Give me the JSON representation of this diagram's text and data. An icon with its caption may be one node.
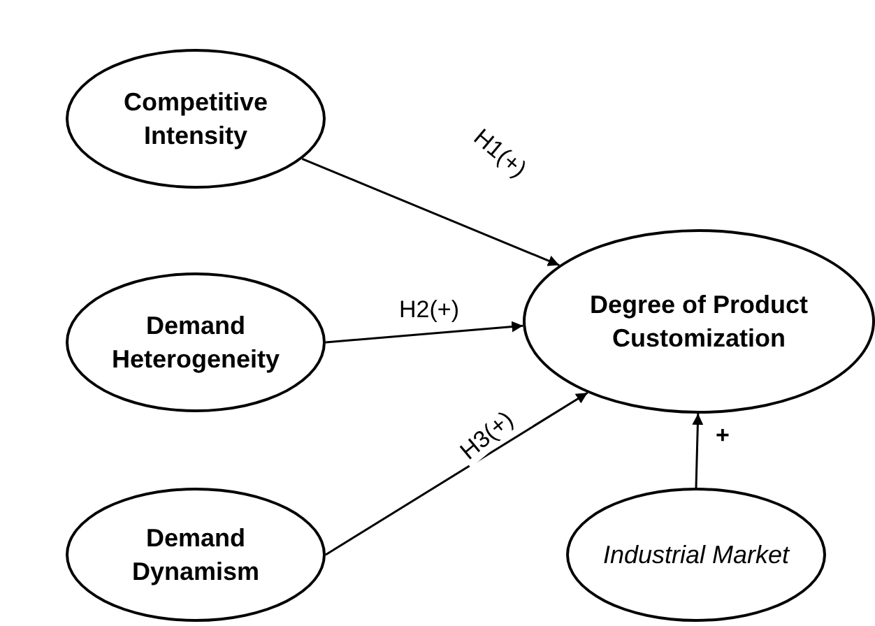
{
  "diagram": {
    "nodes": [
      {
        "text": [
          "Competitive Intensity"
        ]
      },
      {
        "text": [
          "Demand Heterogeneity"
        ]
      },
      {
        "text": [
          "Demand Dynamism"
        ]
      },
      {
        "text": [
          "Degree of Product Customization"
        ]
      },
      {
        "text": [
          "Industrial Market"
        ]
      }
    ],
    "edges": [
      {
        "from": 0,
        "to": 3,
        "arrow": "to",
        "label": "H1(+)"
      },
      {
        "from": 1,
        "to": 3,
        "arrow": "to",
        "label": "H2(+)"
      },
      {
        "from": 2,
        "to": 3,
        "arrow": "to",
        "label": "H3(+)"
      },
      {
        "from": 4,
        "to": 3,
        "arrow": "to",
        "label": "+"
      }
    ]
  }
}
